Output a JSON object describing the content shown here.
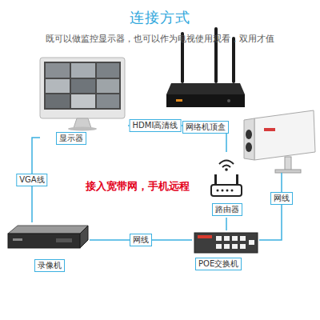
{
  "diagram": {
    "title": "连接方式",
    "nodes": [
      {
        "text": [
          "显示器"
        ]
      },
      {
        "text": [
          "网络机顶盒"
        ]
      },
      {
        "text": [
          "路由器"
        ]
      },
      {
        "text": [
          "录像机"
        ]
      },
      {
        "text": [
          "POE交换机"
        ]
      }
    ],
    "edges": [
      {
        "from": 0,
        "to": 1,
        "label": "HDMI高清线",
        "arrow": "none"
      },
      {
        "from": 1,
        "to": 2,
        "arrow": "none"
      },
      {
        "from": 2,
        "to": 4,
        "arrow": "none"
      },
      {
        "from": 3,
        "to": 4,
        "label": "网线",
        "arrow": "none"
      },
      {
        "from": 0,
        "to": 3,
        "label": "VGA线",
        "arrow": "none"
      }
    ],
    "labels": [
      "既可以做监控显示器，也可以作为电视使用观看，双用才值",
      "接入宽带网，手机远程",
      "网线"
    ]
  }
}
